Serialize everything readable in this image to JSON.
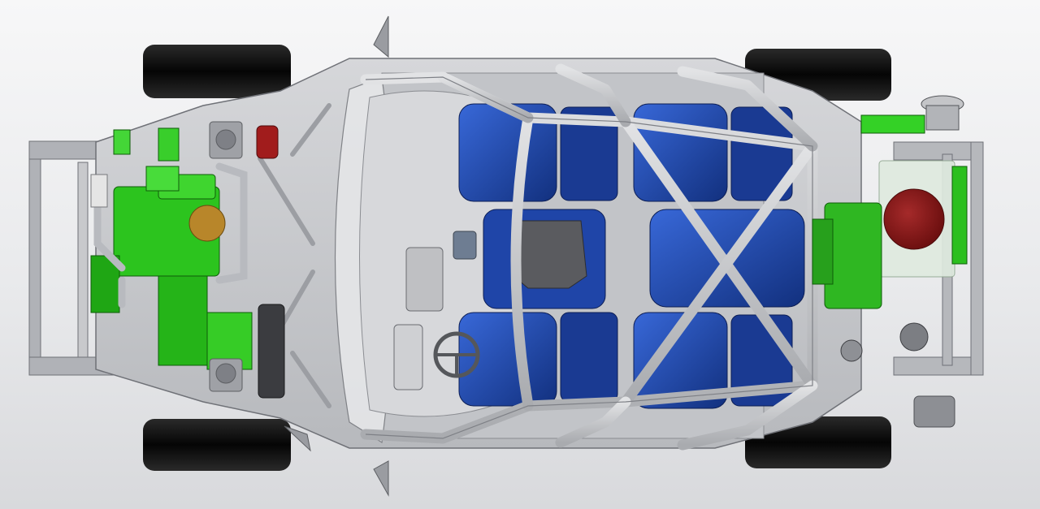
{
  "view": {
    "background_top": "#f7f7f8",
    "background_bottom": "#d8d9dc"
  },
  "model": {
    "colors": {
      "tire": "#0c0c0c",
      "frame": "#a9abb0",
      "frame_dark": "#7e8086",
      "panel": "#c9cacd",
      "seat": "#1e3f9a",
      "seat_light": "#2e5ccc",
      "engine": "#28c21b",
      "engine_dark": "#179010",
      "roll_cage": "#c4c5c8",
      "red_part": "#8e1a1a",
      "glass": "#d8e7d9",
      "bronze": "#b8862a"
    },
    "components": [
      "tire-front-left",
      "tire-front-right",
      "tire-rear-left",
      "tire-rear-right",
      "chassis-frame",
      "body-panel",
      "windshield",
      "roll-cage",
      "seat-front-left",
      "seat-front-right",
      "seat-rear-left",
      "seat-rear-right",
      "center-console",
      "steering-wheel",
      "engine-assembly",
      "battery-pack",
      "red-disc",
      "rear-motor",
      "mirror-left",
      "mirror-right"
    ]
  }
}
